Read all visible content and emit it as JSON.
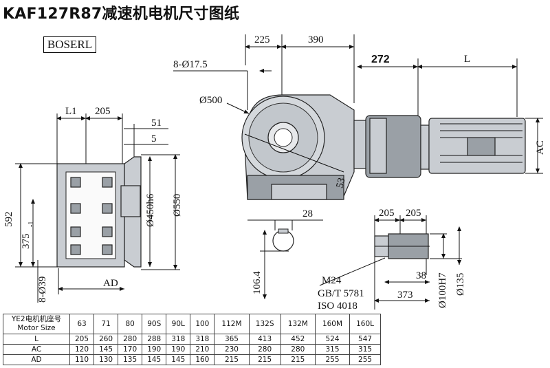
{
  "title": "KAF127R87减速机电机尺寸图纸",
  "brand": "BOSERL",
  "dims": {
    "top_225": "225",
    "top_390": "390",
    "top_272": "272",
    "top_L": "L",
    "bolt": "8-Ø17.5",
    "flange_d": "Ø500",
    "angle_53": "53",
    "AC": "AC",
    "L1": "L1",
    "side_205": "205",
    "d51": "51",
    "d5": "5",
    "h592": "592",
    "h375": "375",
    "h375_sub": "-1",
    "holes": "8-Ø39",
    "AD": "AD",
    "d450": "Ø450h6",
    "d550": "Ø550",
    "key_28": "28",
    "key_106": "106.4",
    "shaft_205a": "205",
    "shaft_205b": "205",
    "thread": "M24",
    "std1": "GB/T 5781",
    "std2": "ISO 4018",
    "d38": "38",
    "d373": "373",
    "d100": "Ø100H7",
    "d135": "Ø135"
  },
  "table": {
    "header_line1": "YE2电机机座号",
    "header_line2": "Motor Size",
    "sizes": [
      "63",
      "71",
      "80",
      "90S",
      "90L",
      "100",
      "112M",
      "132S",
      "132M",
      "160M",
      "160L"
    ],
    "rows": [
      {
        "label": "L",
        "values": [
          "205",
          "260",
          "280",
          "288",
          "318",
          "318",
          "365",
          "413",
          "452",
          "524",
          "547"
        ]
      },
      {
        "label": "AC",
        "values": [
          "120",
          "145",
          "170",
          "190",
          "190",
          "210",
          "230",
          "280",
          "280",
          "315",
          "315"
        ]
      },
      {
        "label": "AD",
        "values": [
          "110",
          "130",
          "135",
          "145",
          "145",
          "160",
          "215",
          "215",
          "215",
          "255",
          "255"
        ]
      }
    ]
  }
}
